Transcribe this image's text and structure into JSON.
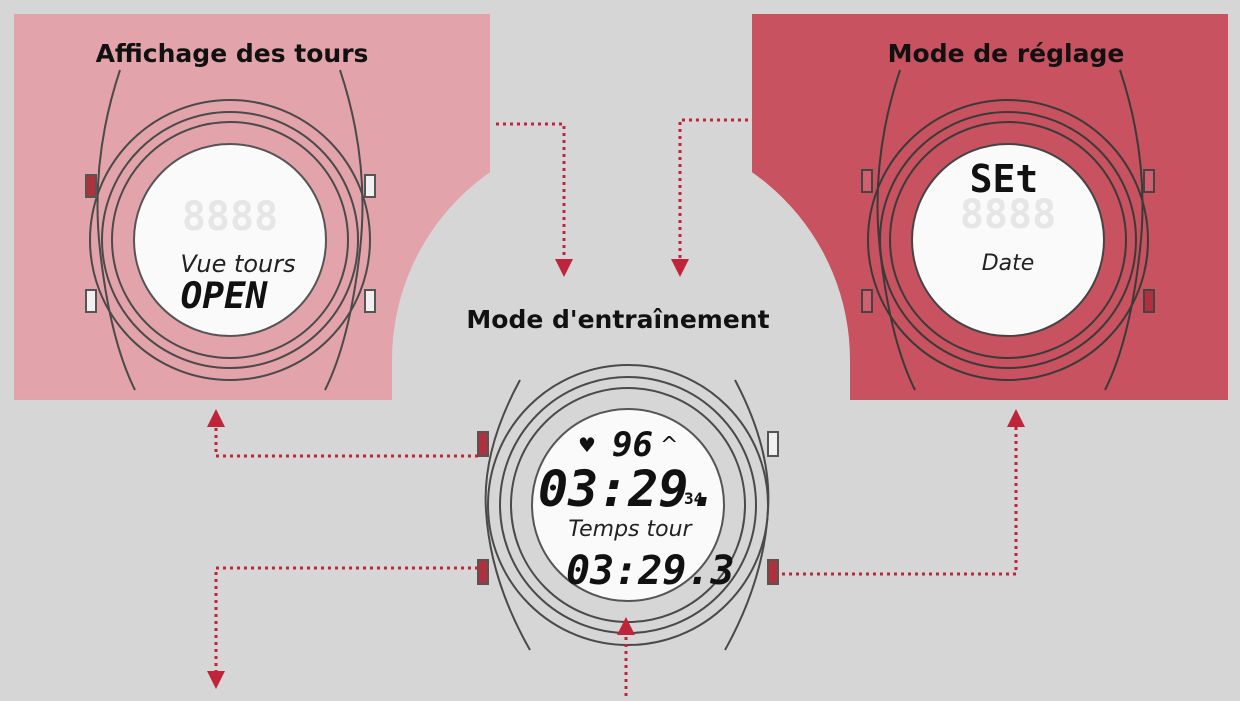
{
  "panels": {
    "left": {
      "title": "Affichage des tours",
      "lcd_line1": "Vue tours",
      "lcd_line2": "OPEN",
      "color": "#e3a3ab"
    },
    "right": {
      "title": "Mode de réglage",
      "lcd_line1": "SEt",
      "lcd_line2": "Date",
      "color": "#c8525f"
    },
    "center": {
      "title": "Mode d'entraînement",
      "heart_rate": "96",
      "time_main": "03:29.",
      "time_sub": "34",
      "label": "Temps tour",
      "lap_time": "03:29.3",
      "background": "#d6d6d6"
    }
  },
  "colors": {
    "accent": "#c0243a",
    "watch_line": "#3a3a3a"
  }
}
